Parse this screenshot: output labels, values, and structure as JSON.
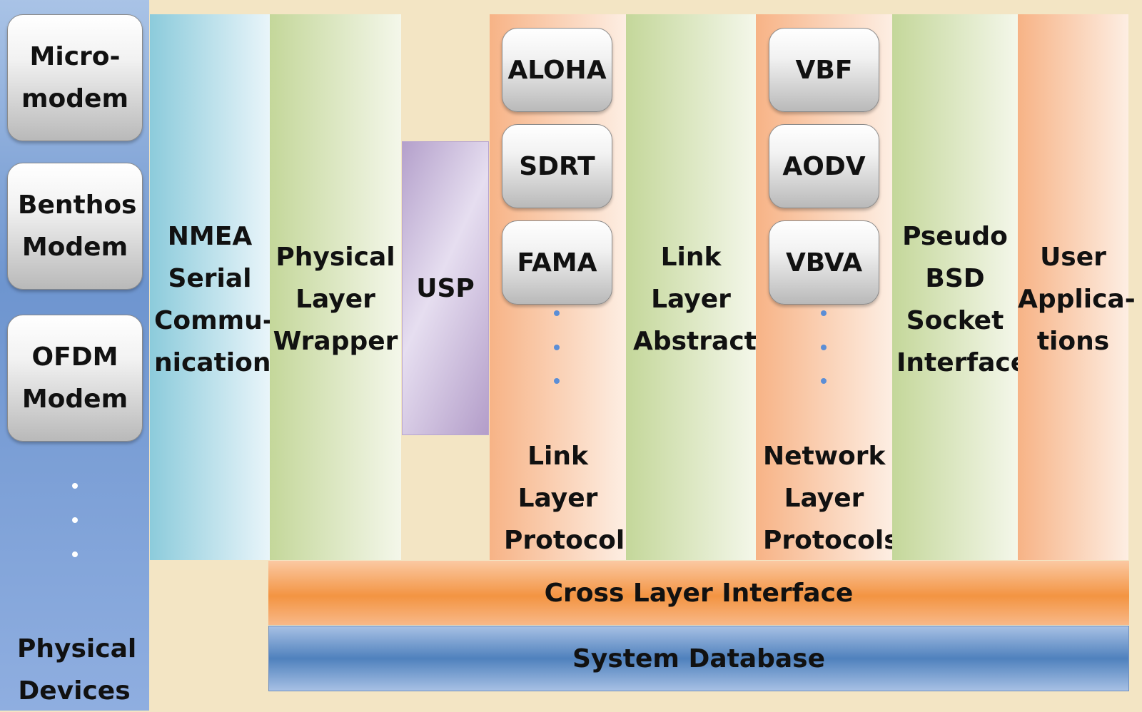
{
  "physical_devices": {
    "label": "Physical Devices",
    "modems": [
      "Micro-modem",
      "Benthos Modem",
      "OFDM Modem"
    ]
  },
  "layers": {
    "nmea": "NMEA Serial Commu-nication",
    "phy_wrapper": "Physical Layer Wrapper",
    "usp": "USP",
    "link_protocols": {
      "label": "Link Layer Protocols",
      "items": [
        "ALOHA",
        "SDRT",
        "FAMA"
      ]
    },
    "link_abstract": "Link Layer Abstract",
    "network_protocols": {
      "label": "Network Layer Protocols",
      "items": [
        "VBF",
        "AODV",
        "VBVA"
      ]
    },
    "bsd_socket": "Pseudo BSD Socket Interface",
    "user_apps": "User Applica-tions"
  },
  "bars": {
    "cross_layer": "Cross Layer Interface",
    "system_db": "System Database"
  },
  "colors": {
    "background": "#f3e5c4",
    "devices_blue": "#7fa3d4",
    "nmea_cyan": "#92cfdd",
    "green": "#c5d99e",
    "usp_purple": "#b7a1cc",
    "orange": "#f8b98d",
    "cross_orange": "#f39442",
    "db_blue": "#4f81bd",
    "dot_blue": "#5b8ed6"
  }
}
